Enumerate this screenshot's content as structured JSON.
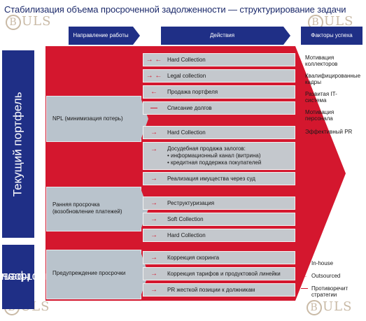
{
  "title": "Стабилизация объема просроченной задолженности — структурирование задачи",
  "logo": {
    "mark": "B",
    "text": "ULS"
  },
  "headers": {
    "direction": "Направление работы",
    "actions": "Действия",
    "factors": "Факторы успеха"
  },
  "sidebar": {
    "current": "Текущий портфель",
    "new_line1": "Новый",
    "new_line2": "портфель"
  },
  "directions": [
    {
      "label": "NPL (минимизация потерь)"
    },
    {
      "label": "Ранняя просрочка (возобновление платежей)"
    },
    {
      "label": "Предупреждение просрочки"
    }
  ],
  "actions": [
    {
      "mark": "→ ←",
      "label": "Hard Collection"
    },
    {
      "mark": "→ ←",
      "label": "Legal collection"
    },
    {
      "mark": "←",
      "label": "Продажа портфеля"
    },
    {
      "mark": "—",
      "label": "Списание долгов"
    },
    {
      "mark": "→",
      "label": "Hard Collection"
    },
    {
      "mark": "→",
      "label": "Досудебная продажа залогов:",
      "sub": [
        "• информационный канал (витрина)",
        "• кредитная поддержка покупателей"
      ]
    },
    {
      "mark": "→",
      "label": "Реализация имущества через суд"
    },
    {
      "mark": "→",
      "label": "Реструктуризация"
    },
    {
      "mark": "→",
      "label": "Soft Collection"
    },
    {
      "mark": "→",
      "label": "Hard Collection"
    },
    {
      "mark": "→",
      "label": "Коррекция скоринга"
    },
    {
      "mark": "→",
      "label": "Коррекция тарифов и продуктовой линейки"
    },
    {
      "mark": "→",
      "label": "PR жесткой позиции к должникам"
    }
  ],
  "factors": [
    "Мотивация коллекторов",
    "Квалифицированные кадры",
    "Развитая IT-система",
    "Мотивация персонала",
    "Эффективный PR"
  ],
  "legend": [
    {
      "mark": "→",
      "label": "In-house"
    },
    {
      "mark": "←",
      "label": "Outsourced"
    },
    {
      "mark": "—",
      "label": "Противоречит стратегии"
    }
  ],
  "colors": {
    "navy": "#1f2f86",
    "red": "#d4172e",
    "grey": "#c4c8cd",
    "steel": "#b9c3cc"
  }
}
